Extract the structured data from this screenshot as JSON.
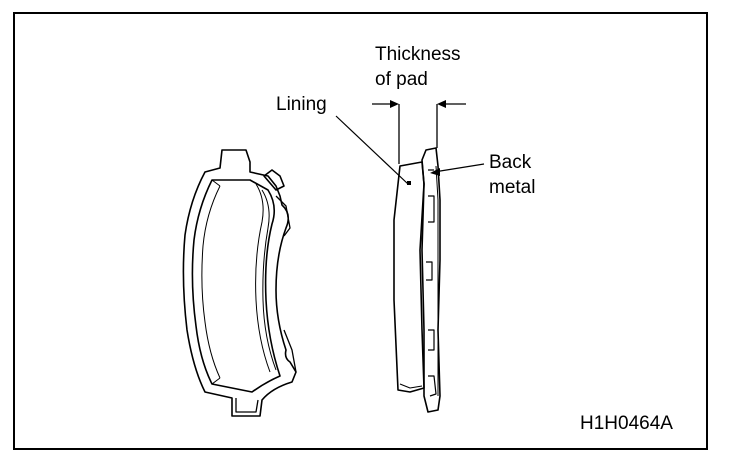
{
  "labels": {
    "thickness_line1": "Thickness",
    "thickness_line2": "of pad",
    "lining": "Lining",
    "back_line1": "Back",
    "back_line2": "metal",
    "figure_id": "H1H0464A"
  }
}
